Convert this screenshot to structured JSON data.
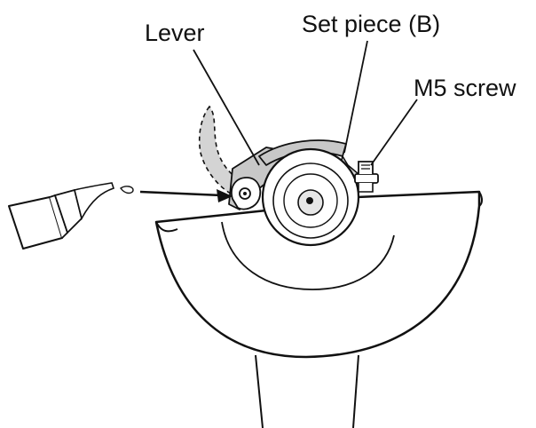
{
  "labels": {
    "lever": "Lever",
    "set_piece": "Set piece (B)",
    "m5_screw": "M5 screw"
  },
  "colors": {
    "ink": "#111111",
    "shading": "#c8c8c8",
    "background": "#ffffff"
  }
}
